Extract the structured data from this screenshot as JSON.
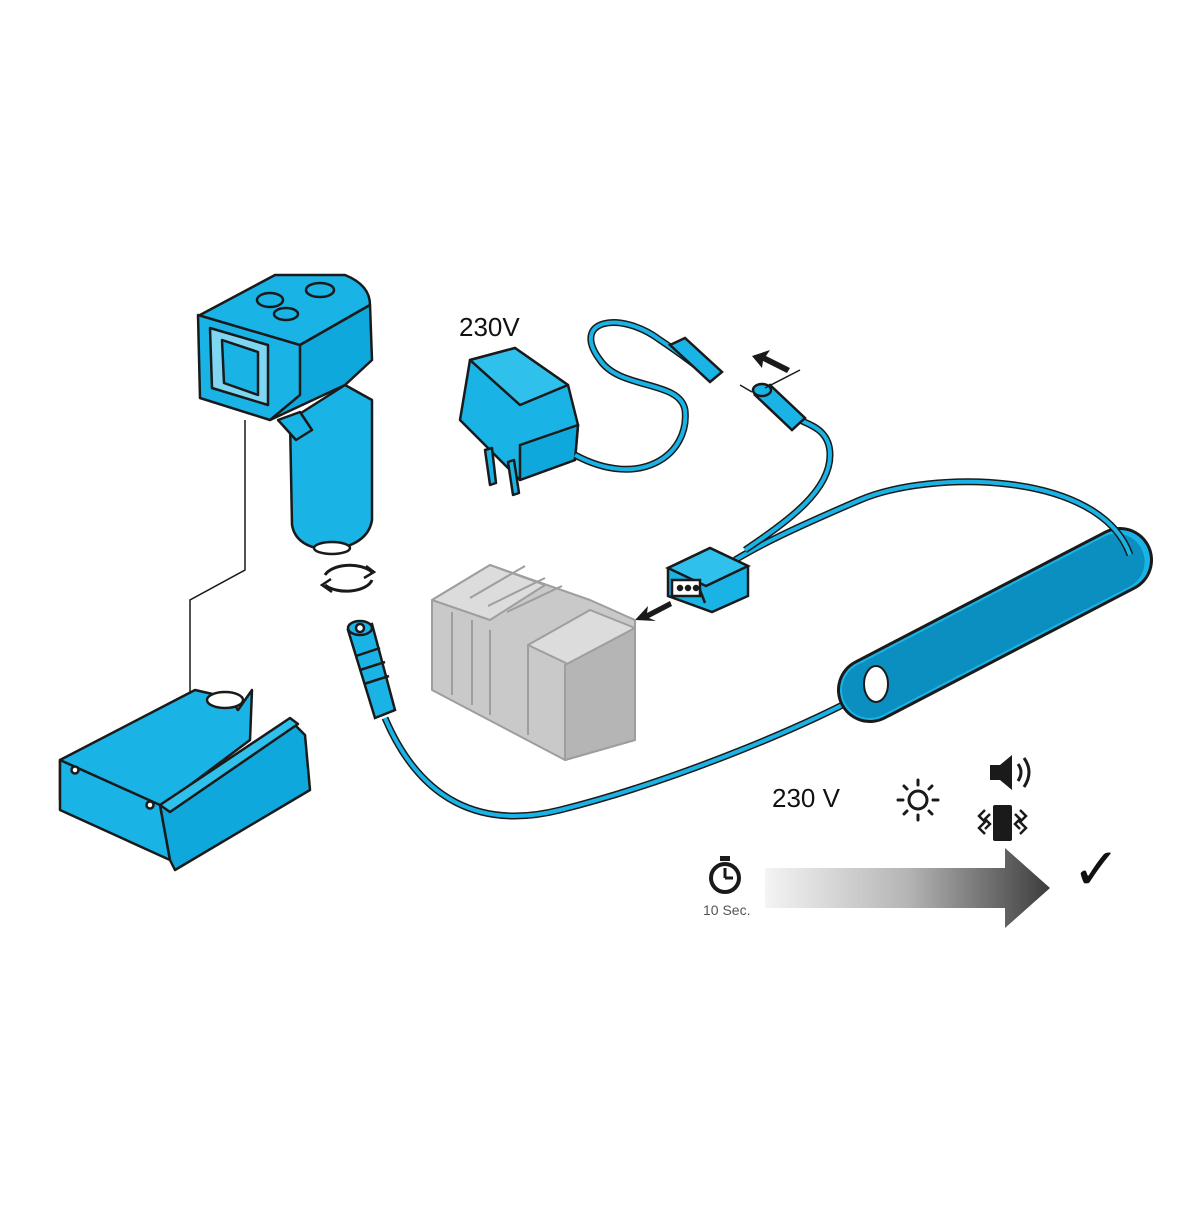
{
  "labels": {
    "adapter_voltage": "230V",
    "supply_voltage": "230 V",
    "duration": "10 Sec.",
    "done_mark": "✓"
  },
  "colors": {
    "device_blue": "#1ab3e6",
    "device_blue_dark": "#0a8fc0",
    "outline": "#1a1a1a",
    "module_gray": "#c9c9c9",
    "module_gray_dark": "#9e9e9e",
    "arrow_gradient_start": "#f4f4f4",
    "arrow_gradient_end": "#3c3c3c"
  },
  "icons": [
    "rotate-icon",
    "arrow-icon",
    "sun-icon",
    "speaker-icon",
    "vibration-icon",
    "stopwatch-icon",
    "checkmark-icon"
  ]
}
